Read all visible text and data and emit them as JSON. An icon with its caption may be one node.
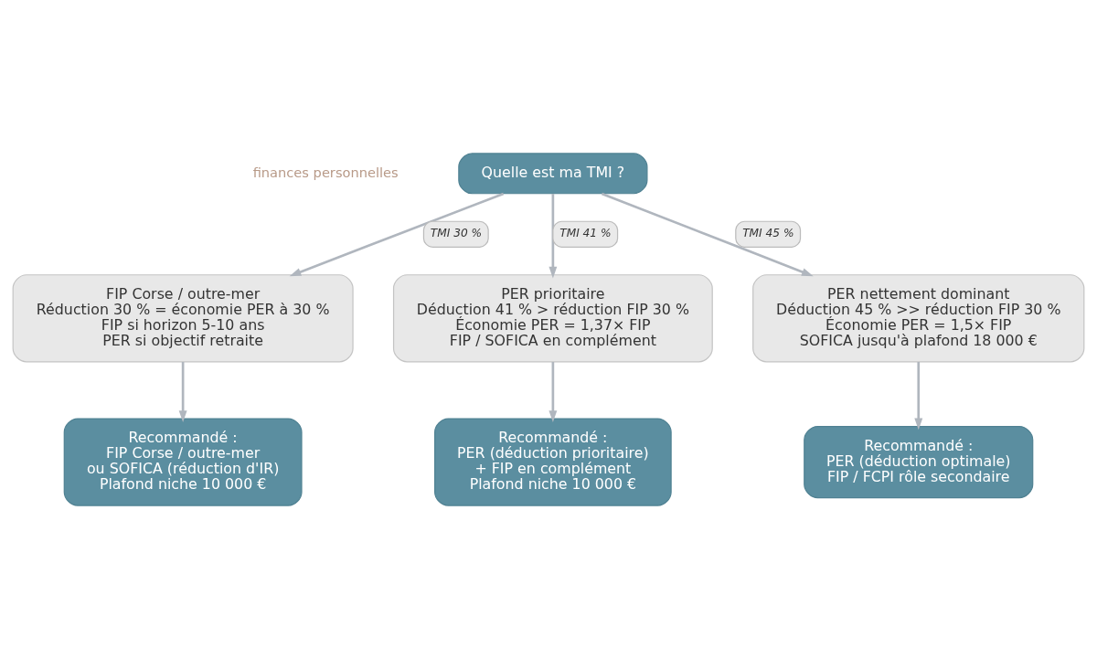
{
  "diagram": {
    "nodes": [
      {
        "text": [
          "Quelle est ma TMI ?"
        ]
      },
      {
        "text": [
          "FIP Corse / outre-mer",
          "Réduction 30 % = économie PER à 30 %",
          "FIP si horizon 5-10 ans",
          "PER si objectif retraite"
        ]
      },
      {
        "text": [
          "PER prioritaire",
          "Déduction 41 % > réduction FIP 30 %",
          "Économie PER = 1,37× FIP",
          "FIP / SOFICA en complément"
        ]
      },
      {
        "text": [
          "PER nettement dominant",
          "Déduction 45 % >> réduction FIP 30 %",
          "Économie PER = 1,5× FIP",
          "SOFICA jusqu'à plafond 18 000 €"
        ]
      },
      {
        "text": [
          "Recommandé :",
          "FIP Corse / outre-mer",
          "ou SOFICA (réduction d'IR)",
          "Plafond niche 10 000 €"
        ]
      },
      {
        "text": [
          "Recommandé :",
          "PER (déduction prioritaire)",
          "+ FIP en complément",
          "Plafond niche 10 000 €"
        ]
      },
      {
        "text": [
          "Recommandé :",
          "PER (déduction optimale)",
          "FIP / FCPI rôle secondaire"
        ]
      }
    ],
    "edges": [
      {
        "from": 0,
        "to": 1,
        "arrow": "to",
        "label": "TMI 30 %"
      },
      {
        "from": 0,
        "to": 2,
        "arrow": "to",
        "label": "TMI 41 %"
      },
      {
        "from": 0,
        "to": 3,
        "arrow": "to",
        "label": "TMI 45 %"
      },
      {
        "from": 1,
        "to": 4,
        "arrow": "to"
      },
      {
        "from": 2,
        "to": 5,
        "arrow": "to"
      },
      {
        "from": 3,
        "to": 6,
        "arrow": "to"
      }
    ],
    "labels": [
      "finances personnelles"
    ]
  }
}
